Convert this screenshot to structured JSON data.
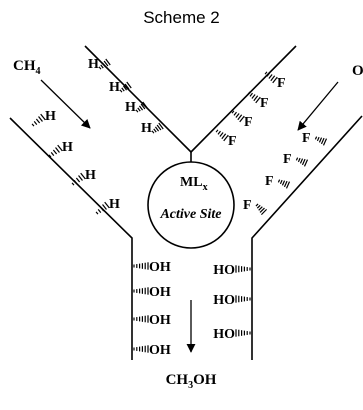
{
  "title": "Scheme 2",
  "reactant_left": {
    "base": "CH",
    "sub": "4"
  },
  "reactant_right": "O",
  "product": {
    "pre": "CH",
    "sub": "3",
    "post": "OH"
  },
  "catalyst": {
    "base": "ML",
    "sub": "x"
  },
  "active_site": "Active Site",
  "h_label": "H",
  "f_label": "F",
  "oh_right": "OH",
  "oh_left": "HO"
}
